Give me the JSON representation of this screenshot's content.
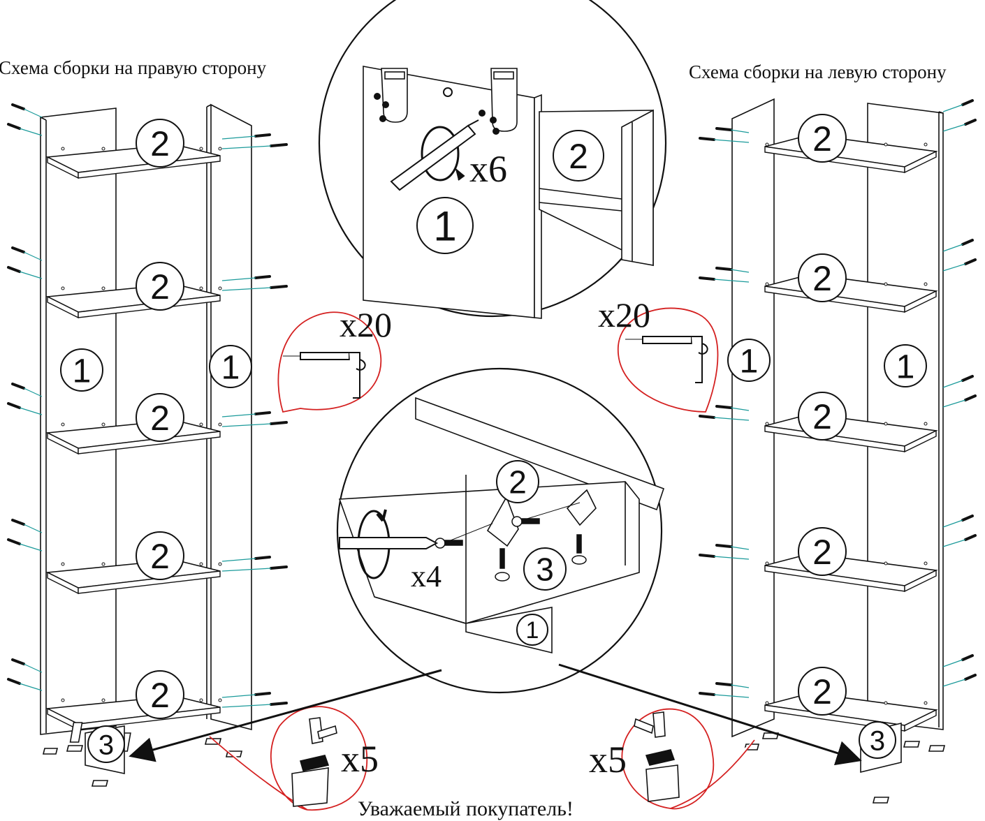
{
  "captions": {
    "right_side": "Схема сборки на правую сторону",
    "left_side": "Схема сборки на левую сторону",
    "bottom": "Уважаемый покупатель!"
  },
  "part_numbers": {
    "side_panel": "1",
    "shelf": "2",
    "foot_block": "3"
  },
  "quantities": {
    "screws_x6": "x6",
    "screws_x4": "x4",
    "confirmats_x20_left": "x20",
    "confirmats_x20_right": "x20",
    "feet_x5_left": "x5",
    "feet_x5_right": "x5"
  },
  "colors": {
    "line": "#111111",
    "callout": "#d42020",
    "dowel": "#1a9a9a"
  }
}
